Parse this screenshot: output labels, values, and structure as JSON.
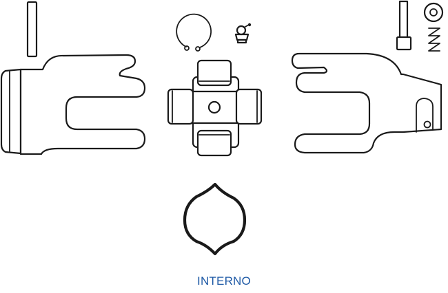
{
  "caption": {
    "text": "INTERNO",
    "color": "#1f5aa6"
  },
  "stroke_color": "#1a1a1a",
  "parts": [
    "retaining-bar",
    "yoke-left",
    "circlip",
    "grease-nipple",
    "cross-journal",
    "yoke-right",
    "bolt",
    "washer",
    "spring-washer",
    "lemon-profile"
  ]
}
